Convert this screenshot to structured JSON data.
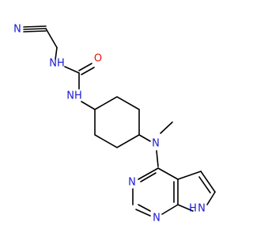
{
  "colors": {
    "carbon": "#000000",
    "nitrogen": "#1a1ad6",
    "oxygen": "#e8140e",
    "background": "#ffffff"
  },
  "atoms": {
    "nitrile_n": "N",
    "urea_nh_1": "NH",
    "carbonyl_o": "O",
    "urea_nh_2": "NH",
    "amine_n": "N",
    "pyrimidine_n_1": "N",
    "pyrimidine_n_2": "N",
    "pyrrole_nh": "H"
  },
  "pyrrole_nh_n": "N"
}
